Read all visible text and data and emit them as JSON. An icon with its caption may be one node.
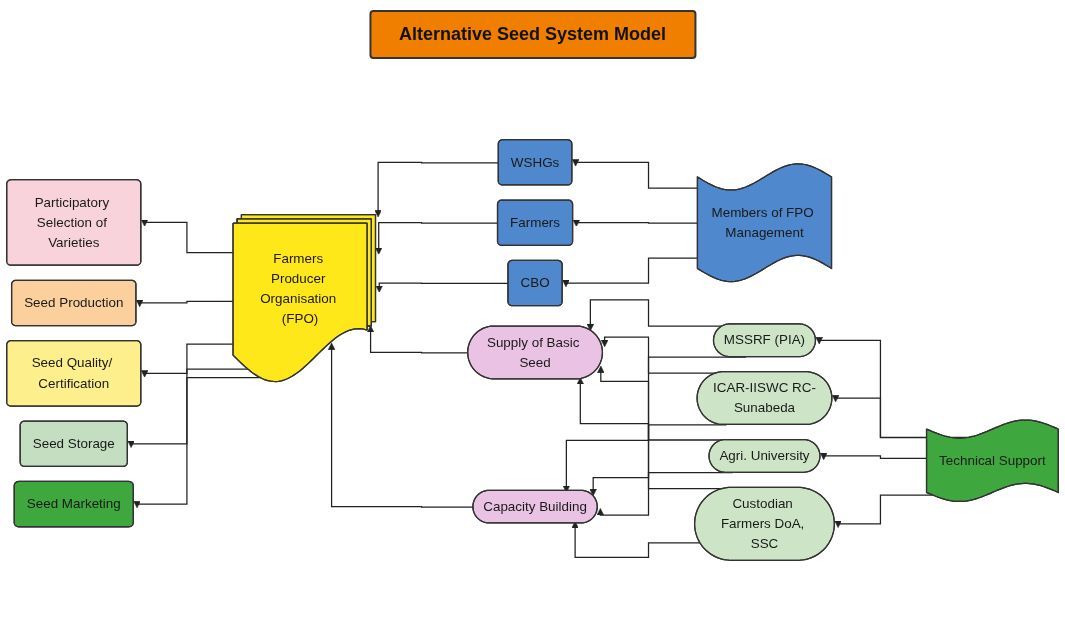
{
  "diagram": {
    "title": "Alternative Seed System Model",
    "nodes": [
      {
        "text": [
          "Participatory Selection of Varieties"
        ]
      },
      {
        "text": [
          "Seed Production"
        ]
      },
      {
        "text": [
          "Seed Quality/ Certification"
        ]
      },
      {
        "text": [
          "Seed Storage"
        ]
      },
      {
        "text": [
          "Seed Marketing"
        ]
      },
      {
        "text": [
          "Farmers Producer Organisation (FPO)"
        ]
      },
      {
        "text": [
          "WSHGs"
        ]
      },
      {
        "text": [
          "Farmers"
        ]
      },
      {
        "text": [
          "CBO"
        ]
      },
      {
        "text": [
          "Members of FPO Management"
        ]
      },
      {
        "text": [
          "Supply of Basic Seed"
        ]
      },
      {
        "text": [
          "Capacity Building"
        ]
      },
      {
        "text": [
          "MSSRF (PIA)"
        ]
      },
      {
        "text": [
          "ICAR-IISWC RC-Sunabeda"
        ]
      },
      {
        "text": [
          "Agri. University"
        ]
      },
      {
        "text": [
          "Custodian Farmers DoA, SSC"
        ]
      },
      {
        "text": [
          "Technical Support"
        ]
      }
    ],
    "edges": [
      {
        "from": 5,
        "to": 0,
        "arrow": "to"
      },
      {
        "from": 5,
        "to": 1,
        "arrow": "to"
      },
      {
        "from": 5,
        "to": 2,
        "arrow": "to"
      },
      {
        "from": 5,
        "to": 3,
        "arrow": "to"
      },
      {
        "from": 5,
        "to": 4,
        "arrow": "to"
      },
      {
        "from": 9,
        "to": 6,
        "arrow": "to"
      },
      {
        "from": 9,
        "to": 7,
        "arrow": "to"
      },
      {
        "from": 9,
        "to": 8,
        "arrow": "to"
      },
      {
        "from": 6,
        "to": 5,
        "arrow": "to"
      },
      {
        "from": 7,
        "to": 5,
        "arrow": "to"
      },
      {
        "from": 8,
        "to": 5,
        "arrow": "to"
      },
      {
        "from": 10,
        "to": 5,
        "arrow": "to"
      },
      {
        "from": 11,
        "to": 5,
        "arrow": "to"
      },
      {
        "from": 16,
        "to": 12,
        "arrow": "to"
      },
      {
        "from": 16,
        "to": 13,
        "arrow": "to"
      },
      {
        "from": 16,
        "to": 14,
        "arrow": "to"
      },
      {
        "from": 16,
        "to": 15,
        "arrow": "to"
      },
      {
        "from": 12,
        "to": 10,
        "arrow": "to"
      },
      {
        "from": 13,
        "to": 10,
        "arrow": "to"
      },
      {
        "from": 14,
        "to": 10,
        "arrow": "to"
      },
      {
        "from": 15,
        "to": 10,
        "arrow": "to"
      },
      {
        "from": 12,
        "to": 11,
        "arrow": "to"
      },
      {
        "from": 13,
        "to": 11,
        "arrow": "to"
      },
      {
        "from": 14,
        "to": 11,
        "arrow": "to"
      },
      {
        "from": 15,
        "to": 11,
        "arrow": "to"
      }
    ]
  }
}
